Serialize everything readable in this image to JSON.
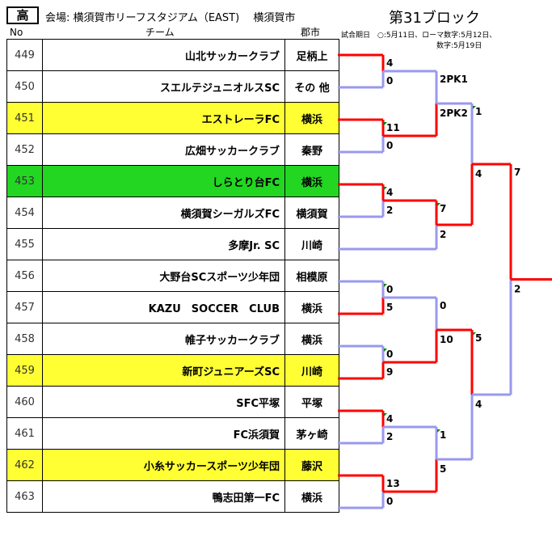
{
  "header": {
    "badge": "高",
    "venue": "会場: 横須賀市リーフスタジアム（EAST)　 横須賀市",
    "block": "第31ブロック",
    "dates_line1": "試合期日　○:5月11日、ローマ数字:5月12日、",
    "dates_line2": "数字:5月19日"
  },
  "columns": {
    "no": "No",
    "team": "チーム",
    "city": "郡市"
  },
  "teams": [
    {
      "no": "449",
      "name": "山北サッカークラブ",
      "city": "足柄上"
    },
    {
      "no": "450",
      "name": "スエルテジュニオルスSC",
      "city": "その 他"
    },
    {
      "no": "451",
      "name": "エストレーラFC",
      "city": "横浜",
      "highlight": "yellow"
    },
    {
      "no": "452",
      "name": "広畑サッカークラブ",
      "city": "秦野"
    },
    {
      "no": "453",
      "name": "しらとり台FC",
      "city": "横浜",
      "highlight": "green"
    },
    {
      "no": "454",
      "name": "横須賀シーガルズFC",
      "city": "横須賀"
    },
    {
      "no": "455",
      "name": "多摩Jr. SC",
      "city": "川崎"
    },
    {
      "no": "456",
      "name": "大野台SCスポーツ少年団",
      "city": "相模原"
    },
    {
      "no": "457",
      "name": "KAZU　SOCCER　CLUB",
      "city": "横浜"
    },
    {
      "no": "458",
      "name": "帷子サッカークラブ",
      "city": "横浜"
    },
    {
      "no": "459",
      "name": "新町ジュニアーズSC",
      "city": "川崎",
      "highlight": "yellow"
    },
    {
      "no": "460",
      "name": "SFC平塚",
      "city": "平塚"
    },
    {
      "no": "461",
      "name": "FC浜須賀",
      "city": "茅ヶ崎"
    },
    {
      "no": "462",
      "name": "小糸サッカースポーツ少年団",
      "city": "藤沢",
      "highlight": "yellow"
    },
    {
      "no": "463",
      "name": "鴨志田第一FC",
      "city": "横浜"
    }
  ],
  "bracket": {
    "r1": [
      {
        "top": "4",
        "bottom": "0"
      },
      {
        "top": "11",
        "bottom": "0"
      },
      {
        "top": "4",
        "bottom": "2"
      },
      {
        "top": "0",
        "bottom": "5"
      },
      {
        "top": "0",
        "bottom": "9"
      },
      {
        "top": "4",
        "bottom": "2"
      },
      {
        "top": "13",
        "bottom": "0"
      }
    ],
    "r2": [
      {
        "top": "2PK1",
        "bottom": "2PK2"
      },
      {
        "top": "7",
        "bottom": "2"
      },
      {
        "top": "0",
        "bottom": "10"
      },
      {
        "top": "1",
        "bottom": "5"
      }
    ],
    "r3": [
      {
        "top": "1",
        "bottom": "4"
      },
      {
        "top": "5",
        "bottom": "4"
      }
    ],
    "final": {
      "top": "7",
      "bottom": "2"
    }
  },
  "colors": {
    "win": "#ff0000",
    "lose": "#9999ee",
    "yellow": "#ffff33",
    "green": "#22d622"
  }
}
